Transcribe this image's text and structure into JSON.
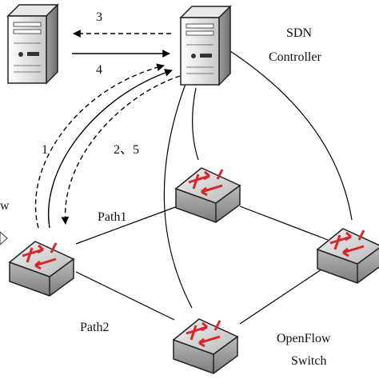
{
  "labels": {
    "controller_line1": "SDN",
    "controller_line2": "Controller",
    "switch_line1": "OpenFlow",
    "switch_line2": "Switch",
    "step3": "3",
    "step4": "4",
    "step1": "1",
    "step25": "2、5",
    "path1": "Path1",
    "path2": "Path2",
    "flow_fragment": "w"
  },
  "nodes": {
    "host": {
      "kind": "server",
      "icon": "server-icon"
    },
    "controller": {
      "kind": "server",
      "icon": "server-icon"
    },
    "switches": [
      {
        "id": "left-switch",
        "icon": "switch-icon"
      },
      {
        "id": "top-switch",
        "icon": "switch-icon"
      },
      {
        "id": "bottom-switch",
        "icon": "switch-icon"
      },
      {
        "id": "right-switch",
        "icon": "switch-icon"
      }
    ]
  },
  "colors": {
    "line": "#000000",
    "server_light": "#f4f4f4",
    "server_dark": "#a8a8a8",
    "switch_top": "#d9d9d9",
    "switch_side": "#9a9a9a",
    "switch_arrow": "#d8262a"
  }
}
